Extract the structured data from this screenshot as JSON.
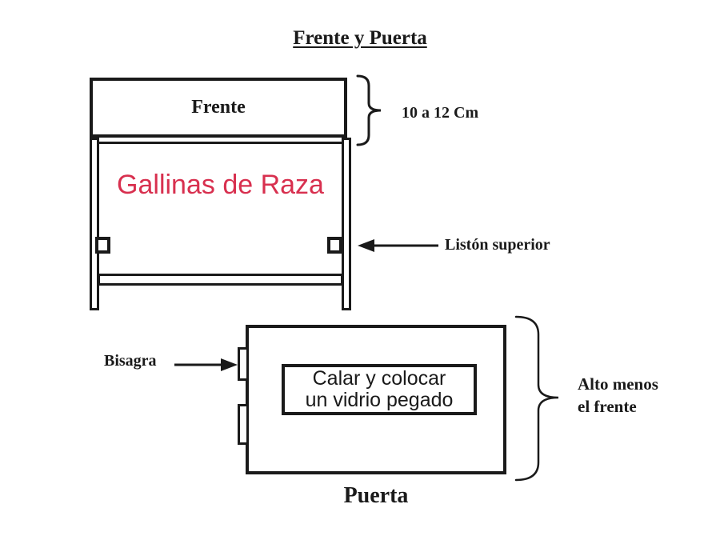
{
  "title": "Frente y Puerta",
  "front_assembly": {
    "front_label": "Frente",
    "sign_text": "Gallinas de Raza",
    "height_note": "10 a 12 Cm",
    "top_batten_label": "Listón superior"
  },
  "door_assembly": {
    "door_label": "Puerta",
    "glass_note": "Calar y colocar\nun vidrio pegado",
    "hinge_label": "Bisagra",
    "height_note": "Alto menos\nel frente"
  },
  "colors": {
    "line": "#1a1a1a",
    "sign_red": "#d8304f",
    "background": "#ffffff"
  }
}
